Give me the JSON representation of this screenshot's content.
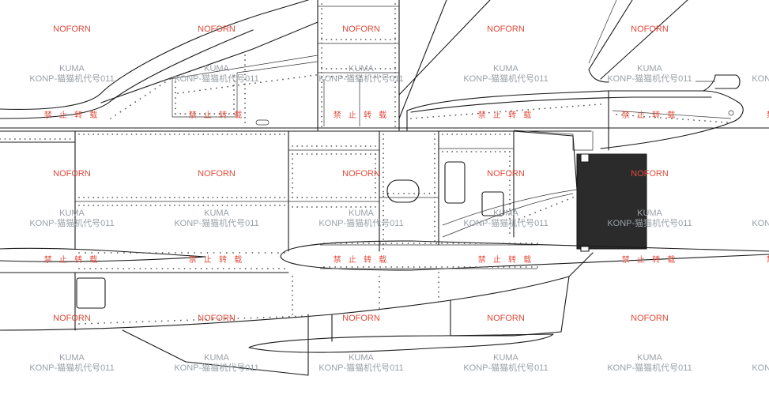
{
  "watermarks": {
    "noforn": "NOFORN",
    "kuma": "KUMA",
    "konp": "KONP-猫猫机代号011",
    "no_repost": "禁 止 转 载"
  },
  "colors": {
    "line": "#1a1a1a",
    "watermark_red": "#e04a3a",
    "watermark_gray": "#9aa0a6",
    "panel_dark": "#2b2b2b"
  }
}
